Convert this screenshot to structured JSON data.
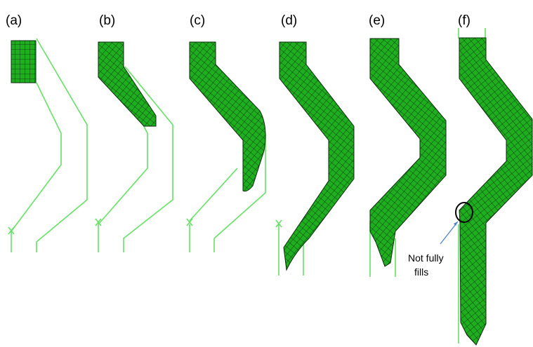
{
  "panels": [
    {
      "label": "(a)"
    },
    {
      "label": "(b)"
    },
    {
      "label": "(c)"
    },
    {
      "label": "(d)"
    },
    {
      "label": "(e)"
    },
    {
      "label": "(f)"
    }
  ],
  "annotation": {
    "text_line1": "Not fully",
    "text_line2": "fills"
  },
  "colors": {
    "channel": "#66e066",
    "mesh_fill": "#1fae1f",
    "mesh_line": "#0c2a0c",
    "annotation_arrow": "#4a7fc1",
    "circle": "#000000"
  }
}
